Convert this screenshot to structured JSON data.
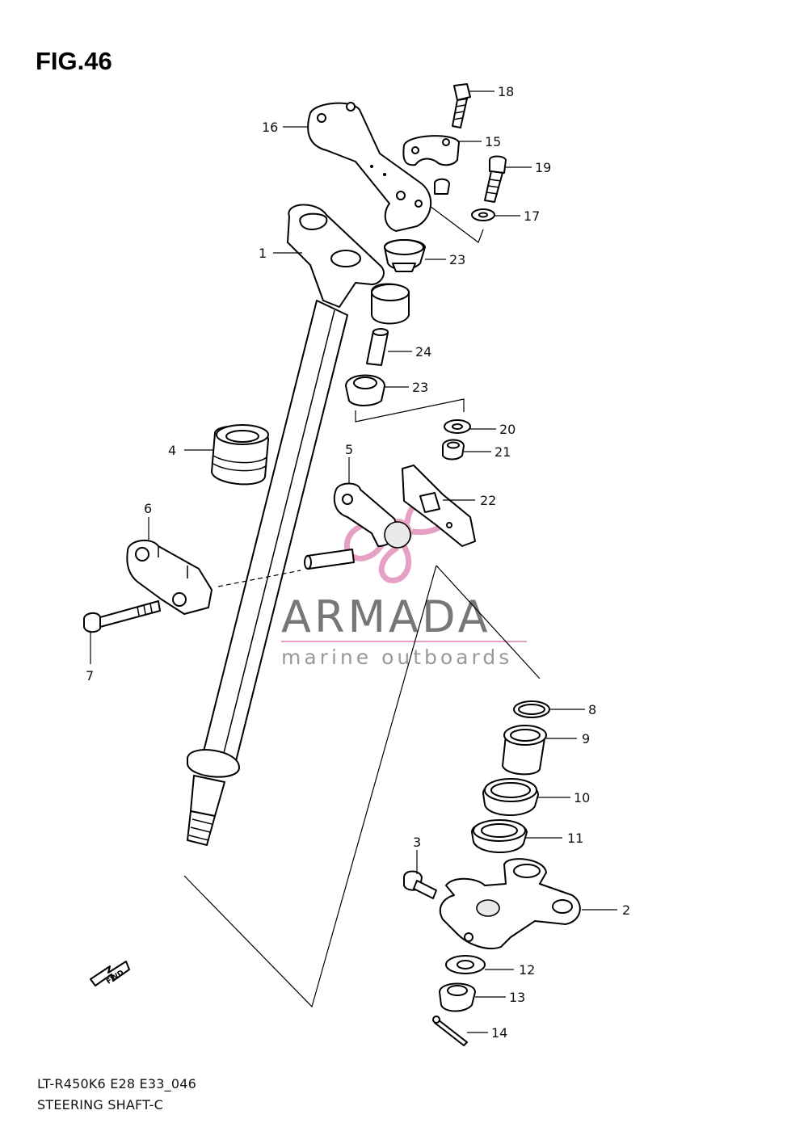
{
  "figure": {
    "title": "FIG.46",
    "model_code": "LT-R450K6 E28 E33_046",
    "name": "STEERING SHAFT-C"
  },
  "watermark": {
    "brand": "ARMADA",
    "tagline": "marine outboards",
    "accent_color": "#e6a0c4",
    "text_color": "#777777"
  },
  "fwd_label": "FWD",
  "callouts": [
    {
      "num": "1",
      "part": "steering-shaft"
    },
    {
      "num": "2",
      "part": "shaft-end-arm"
    },
    {
      "num": "3",
      "part": "bolt"
    },
    {
      "num": "4",
      "part": "boot"
    },
    {
      "num": "5",
      "part": "holder"
    },
    {
      "num": "6",
      "part": "holder"
    },
    {
      "num": "7",
      "part": "bolt"
    },
    {
      "num": "8",
      "part": "seal"
    },
    {
      "num": "9",
      "part": "bushing"
    },
    {
      "num": "10",
      "part": "seal"
    },
    {
      "num": "11",
      "part": "seal"
    },
    {
      "num": "12",
      "part": "washer"
    },
    {
      "num": "13",
      "part": "nut"
    },
    {
      "num": "14",
      "part": "cotter-pin"
    },
    {
      "num": "15",
      "part": "handlebar-clamp"
    },
    {
      "num": "16",
      "part": "handlebar-holder"
    },
    {
      "num": "17",
      "part": "washer"
    },
    {
      "num": "18",
      "part": "bolt"
    },
    {
      "num": "19",
      "part": "bolt"
    },
    {
      "num": "20",
      "part": "washer"
    },
    {
      "num": "21",
      "part": "nut"
    },
    {
      "num": "22",
      "part": "cable-guide"
    },
    {
      "num": "23",
      "part": "cushion"
    },
    {
      "num": "23",
      "part": "cushion"
    },
    {
      "num": "24",
      "part": "spacer"
    }
  ]
}
